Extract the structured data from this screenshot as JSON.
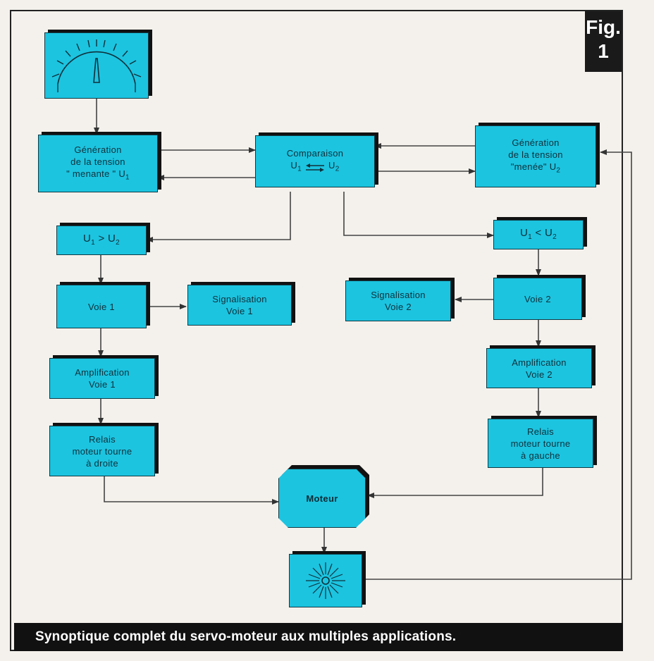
{
  "figure_label": {
    "line1": "Fig.",
    "line2": "1"
  },
  "caption": "Synoptique complet du servo-moteur aux multiples applications.",
  "blocks": {
    "gen_u1": "Génération\nde la tension\n\" menante \" U",
    "gen_u1_sub": "1",
    "compare_title": "Comparaison",
    "compare_u1": "U",
    "compare_u2": "U",
    "compare_sub1": "1",
    "compare_sub2": "2",
    "gen_u2": "Génération\nde la tension\n\"menée\" U",
    "gen_u2_sub": "2",
    "cond1_a": "U",
    "cond1_sub1": "1",
    "cond1_op": " > U",
    "cond1_sub2": "2",
    "cond2_a": "U",
    "cond2_sub1": "1",
    "cond2_op": " < U",
    "cond2_sub2": "2",
    "voie1": "Voie 1",
    "voie2": "Voie 2",
    "sig1": "Signalisation\nVoie 1",
    "sig2": "Signalisation\nVoie 2",
    "amp1": "Amplification\nVoie 1",
    "amp2": "Amplification\nVoie 2",
    "relais1": "Relais\nmoteur tourne\nà droite",
    "relais2": "Relais\nmoteur tourne\nà gauche",
    "moteur": "Moteur"
  },
  "colors": {
    "block_fill": "#1cc4e0",
    "shadow": "#111111",
    "line": "#333333"
  },
  "icons": {
    "meter": "meter-gauge-icon",
    "sensor": "starburst-sensor-icon"
  }
}
